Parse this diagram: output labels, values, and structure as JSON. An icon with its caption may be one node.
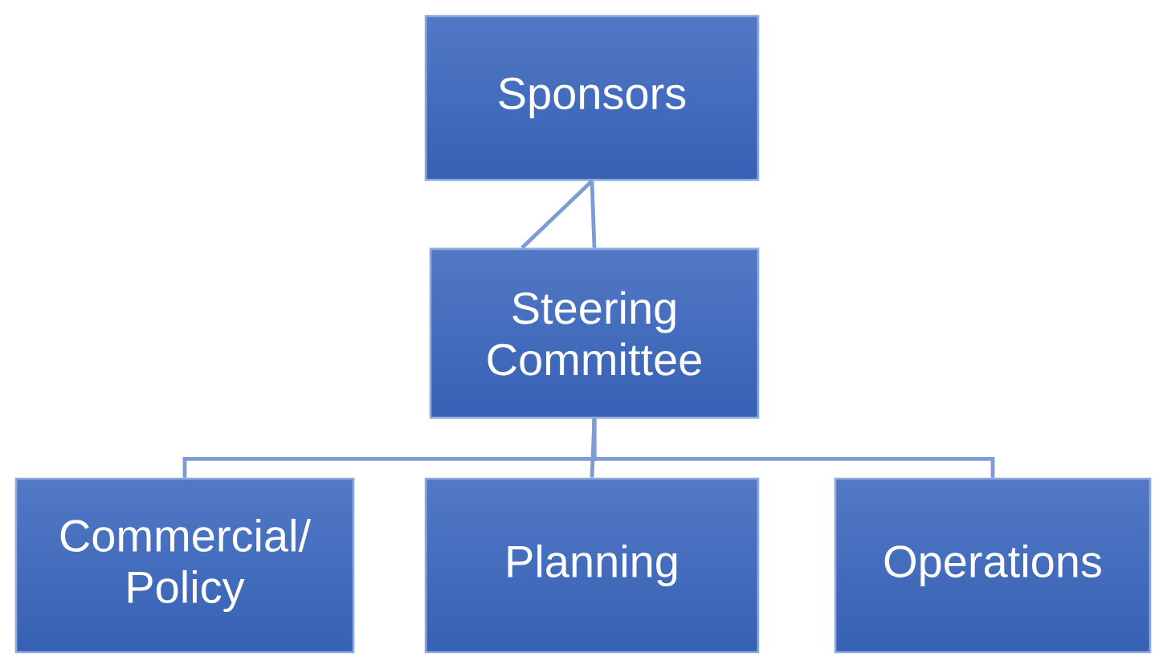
{
  "diagram": {
    "nodes": [
      {
        "text": [
          "Sponsors"
        ]
      },
      {
        "text": [
          "Steering Committee"
        ]
      },
      {
        "text": [
          "Commercial/ Policy"
        ]
      },
      {
        "text": [
          "Planning"
        ]
      },
      {
        "text": [
          "Operations"
        ]
      }
    ],
    "edges": [
      {
        "from": 0,
        "to": 1,
        "arrow": "none"
      },
      {
        "from": 0,
        "to": 1,
        "arrow": "none"
      },
      {
        "from": 1,
        "to": 2,
        "arrow": "none"
      },
      {
        "from": 1,
        "to": 3,
        "arrow": "none"
      },
      {
        "from": 1,
        "to": 4,
        "arrow": "none"
      }
    ]
  }
}
